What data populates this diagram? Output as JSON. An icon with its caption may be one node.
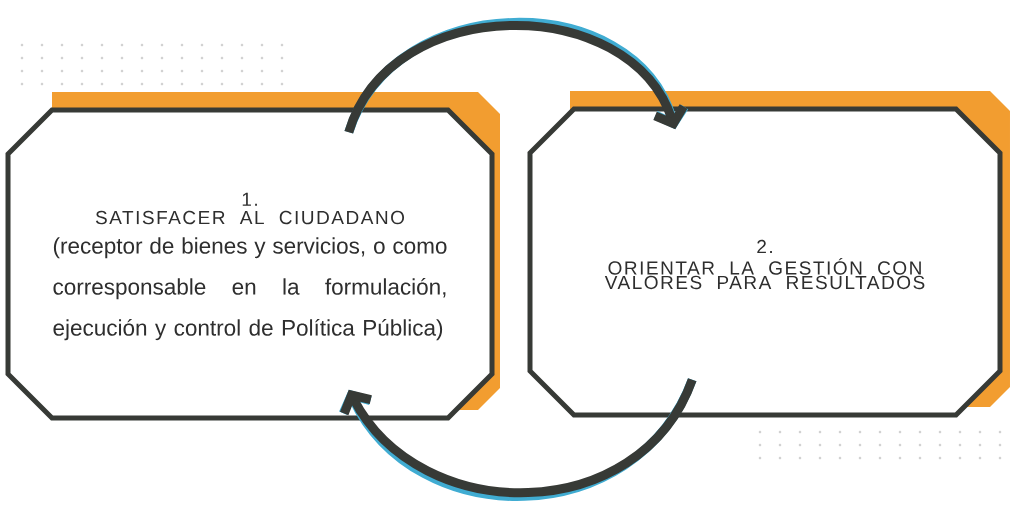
{
  "diagram": {
    "nodes": [
      {
        "text": [
          "1.",
          "SATISFACER AL CIUDADANO",
          "(receptor de bienes y servicios, o como corresponsable en la formulación, ejecución y control de Política Pública)"
        ]
      },
      {
        "text": [
          "2.",
          "ORIENTAR LA GESTIÓN CON VALORES PARA RESULTADOS"
        ]
      }
    ],
    "edges": [
      {
        "from": 0,
        "to": 1,
        "arrow": "to"
      },
      {
        "from": 1,
        "to": 0,
        "arrow": "to"
      }
    ]
  }
}
